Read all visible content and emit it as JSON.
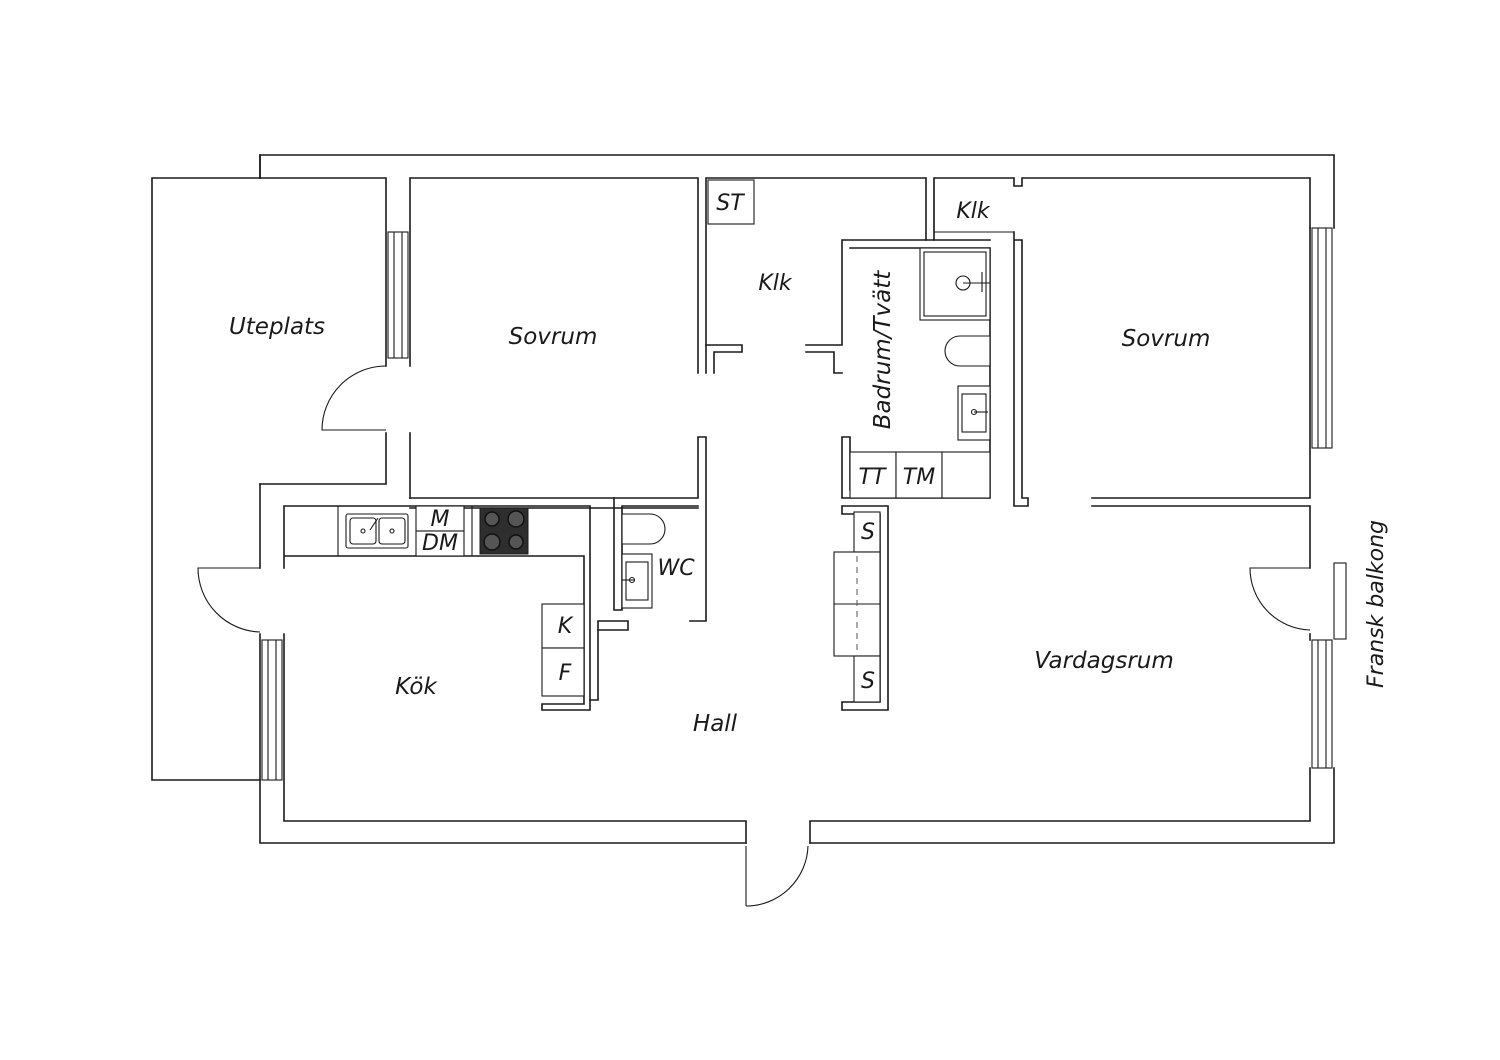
{
  "rooms": {
    "uteplats": "Uteplats",
    "sovrum_left": "Sovrum",
    "sovrum_right": "Sovrum",
    "klk_mid": "Klk",
    "klk_right": "Klk",
    "st": "ST",
    "badrum": "Badrum/Tvätt",
    "tt": "TT",
    "tm": "TM",
    "m": "M",
    "dm": "DM",
    "wc": "WC",
    "s_top": "S",
    "s_bottom": "S",
    "k": "K",
    "f": "F",
    "kok": "Kök",
    "hall": "Hall",
    "vardagsrum": "Vardagsrum",
    "fransk_balkong": "Fransk balkong"
  },
  "colors": {
    "line": "#1a1a1a",
    "background": "#ffffff",
    "stove": "#555555"
  },
  "icons": [
    "door-swing-icon",
    "window-icon",
    "sink-icon",
    "stove-icon",
    "toilet-icon",
    "shower-icon",
    "washbasin-icon"
  ]
}
